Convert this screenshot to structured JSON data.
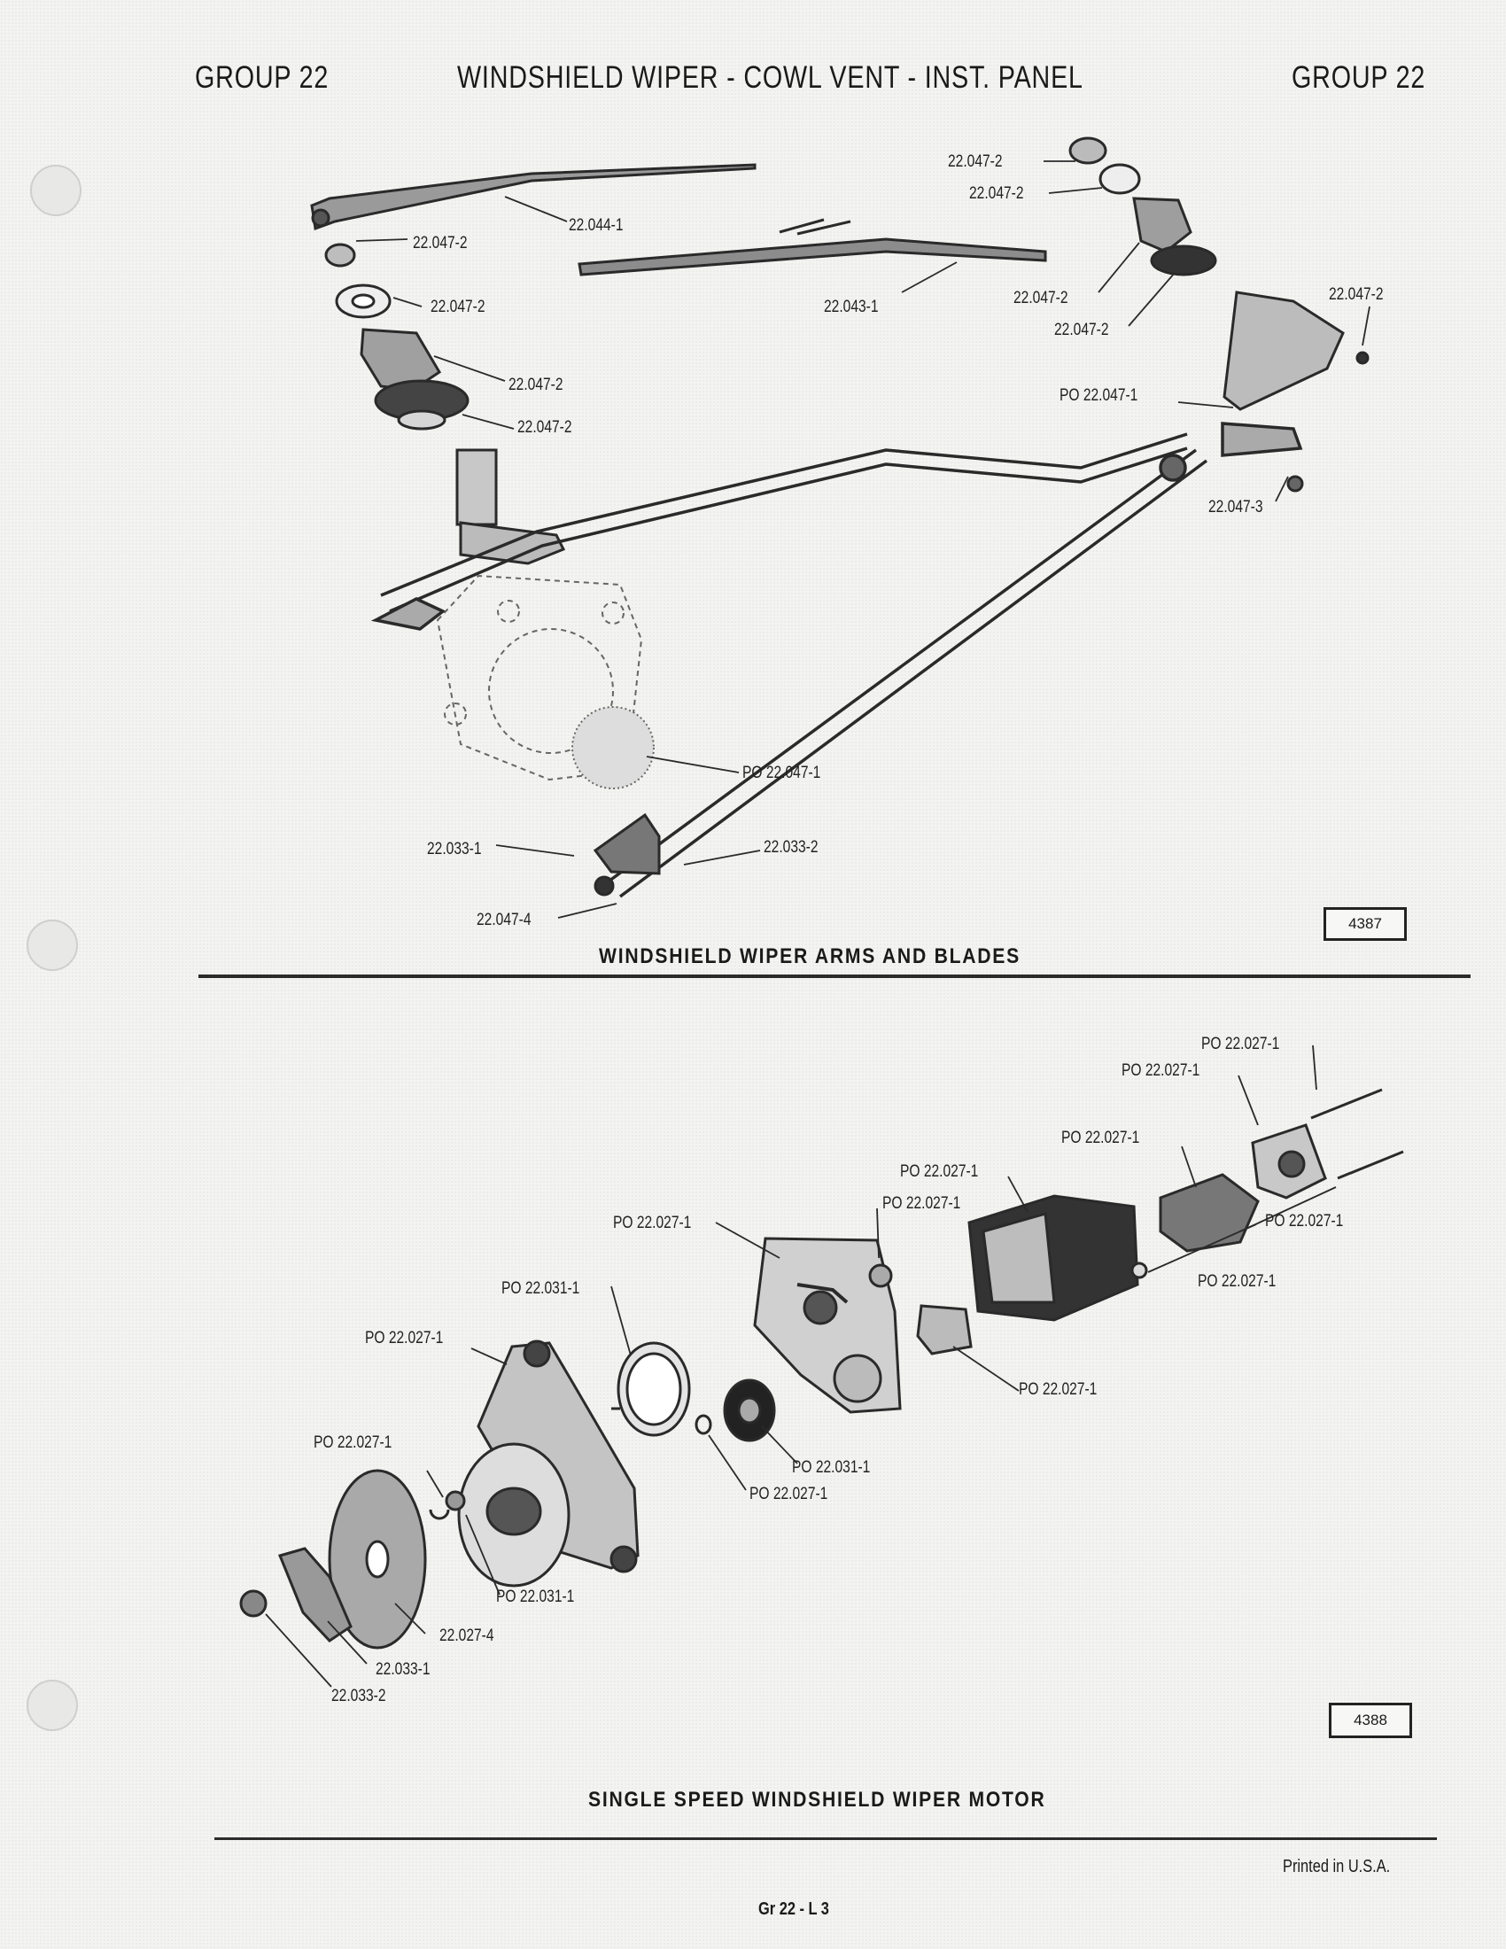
{
  "header": {
    "group_left": "GROUP 22",
    "title": "WINDSHIELD WIPER - COWL VENT - INST. PANEL",
    "group_right": "GROUP 22"
  },
  "arms": {
    "caption": "WINDSHIELD WIPER ARMS AND BLADES",
    "figure_number": "4387",
    "labels": [
      "22.044-1",
      "22.047-2",
      "22.047-2",
      "22.047-2",
      "22.047-2",
      "22.043-1",
      "22.047-2",
      "22.047-2",
      "22.047-2",
      "22.047-2",
      "22.047-2",
      "PO 22.047-1",
      "22.047-3",
      "PO 22.047-1",
      "22.033-1",
      "22.033-2",
      "22.047-4"
    ]
  },
  "motor": {
    "caption": "SINGLE SPEED WINDSHIELD WIPER MOTOR",
    "figure_number": "4388",
    "labels": [
      "PO 22.027-1",
      "PO 22.027-1",
      "PO 22.027-1",
      "PO 22.027-1",
      "PO 22.027-1",
      "PO 22.027-1",
      "PO 22.027-1",
      "PO 22.027-1",
      "PO 22.031-1",
      "PO 22.027-1",
      "PO 22.027-1",
      "PO 22.031-1",
      "PO 22.027-1",
      "PO 22.027-1",
      "PO 22.031-1",
      "22.027-4",
      "22.033-1",
      "22.033-2"
    ]
  },
  "footer": {
    "printed": "Printed in U.S.A.",
    "page_ref": "Gr 22 - L 3"
  }
}
